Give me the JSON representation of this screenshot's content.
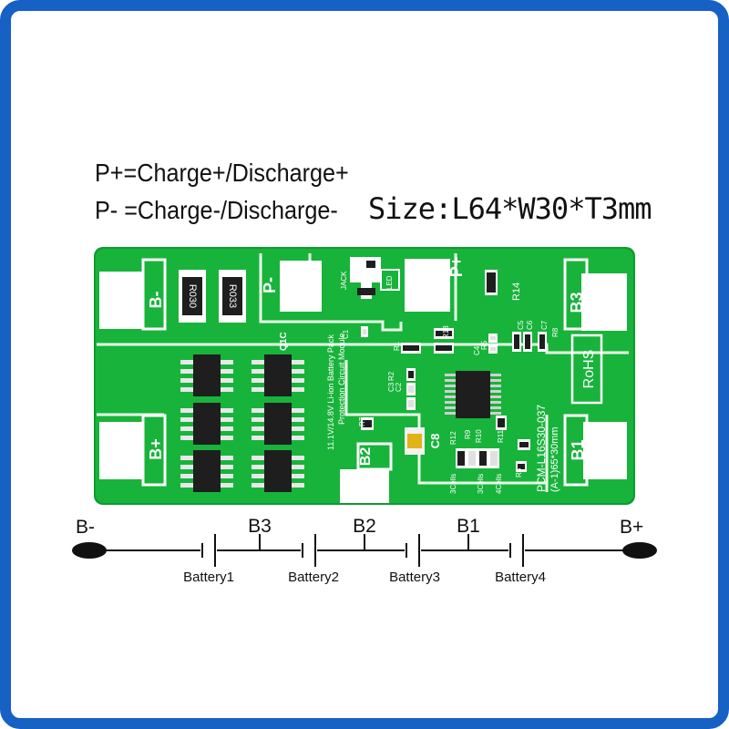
{
  "annotations": {
    "line1": "P+=Charge+/Discharge+",
    "line2": "P- =Charge-/Discharge-",
    "size": "Size:L64*W30*T3mm"
  },
  "board": {
    "pad_labels": {
      "b_minus": "B-",
      "b_plus": "B+",
      "b3": "B3",
      "b2": "B2",
      "b1": "B1",
      "p_minus": "P-",
      "p_plus": "P+"
    },
    "text_model": "PCM-L16S30-037",
    "text_revision": "(A-1)65*30mm",
    "text_desc1": "11.1V/14.8V Li-ion Battery Pack",
    "text_desc2": "Protection Circuit Module",
    "rohs": "RoHS",
    "labels": {
      "r_sense_1": "R030",
      "r_sense_2": "R033",
      "q1c": "Q1C",
      "jack": "JACK",
      "led": "LED",
      "r14": "R14",
      "r1": "R1",
      "r13": "R13",
      "c1": "C1",
      "c4": "C4",
      "r5": "R5",
      "c5": "C5",
      "c6": "C6",
      "c7": "C7",
      "r8": "R8",
      "c3": "C3",
      "c2": "C2",
      "r2": "R2",
      "r7": "R7",
      "c8": "C8",
      "r12": "R12",
      "r9": "R9",
      "r10": "R10",
      "r11": "R11",
      "r6": "R6",
      "cells3a": "3Cells",
      "cells3b": "3Cells",
      "cells4": "4Cells"
    },
    "colors": {
      "pcb": "#18b33b",
      "pcb_edge": "#0f9a30",
      "pad": "#ffffff",
      "chip": "#1e1e1e",
      "frame": "#1760c4"
    }
  },
  "schematic": {
    "terminals": {
      "left": "B-",
      "right": "B+"
    },
    "taps": [
      "B3",
      "B2",
      "B1"
    ],
    "batteries": [
      "Battery1",
      "Battery2",
      "Battery3",
      "Battery4"
    ]
  }
}
